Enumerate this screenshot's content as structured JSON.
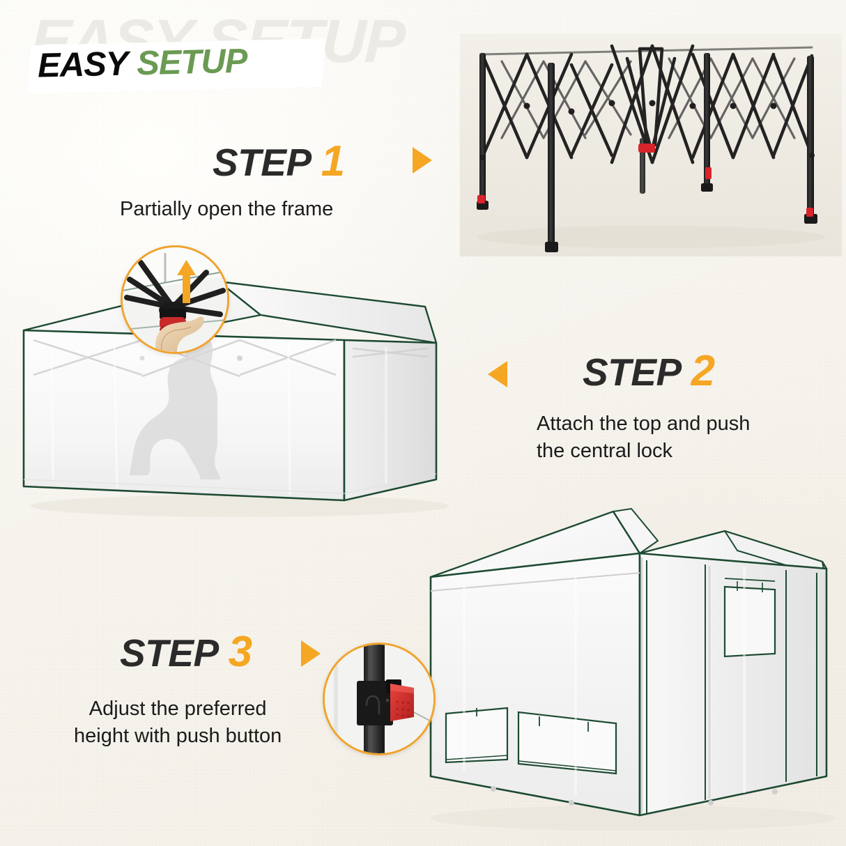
{
  "page": {
    "background_color": "#f7f5f0",
    "accent_orange": "#f5a623",
    "accent_green": "#6b9a52",
    "text_dark": "#1b1b1b"
  },
  "title": {
    "word_black": "EASY",
    "word_green": "SETUP",
    "watermark": "EASY SETUP"
  },
  "steps": [
    {
      "label": "STEP",
      "number": "1",
      "caption": "Partially open the frame",
      "arrow_icon": "triangle-right-icon",
      "image_name": "canopy-frame-partially-open-photo"
    },
    {
      "label": "STEP",
      "number": "2",
      "caption_line1": "Attach the top and push",
      "caption_line2": "the central lock",
      "arrow_icon": "triangle-left-icon",
      "image_name": "greenhouse-top-attached-photo",
      "inset_name": "central-lock-closeup-inset",
      "inset_icon": "up-arrow-icon"
    },
    {
      "label": "STEP",
      "number": "3",
      "caption_line1": "Adjust the preferred",
      "caption_line2": "height with push button",
      "arrow_icon": "triangle-right-icon",
      "image_name": "greenhouse-assembled-photo",
      "inset_name": "push-button-closeup-inset"
    }
  ]
}
